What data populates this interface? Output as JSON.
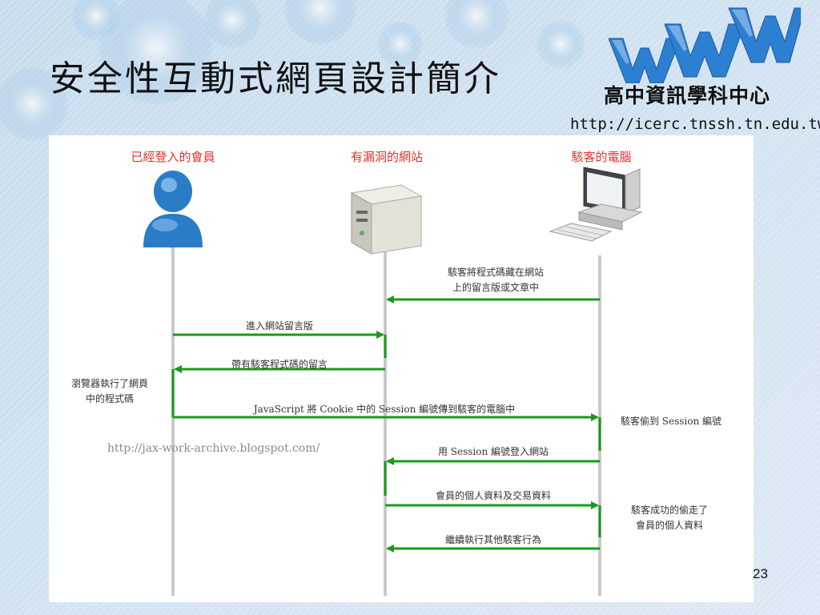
{
  "slide": {
    "title": "安全性互動式網頁設計簡介",
    "center_name": "高中資訊學科中心",
    "center_url": "http://icerc.tnssh.tn.edu.tw",
    "page_number": "23"
  },
  "diagram": {
    "actors": [
      {
        "id": "member",
        "title": "已經登入的會員",
        "icon": "user-icon"
      },
      {
        "id": "website",
        "title": "有漏洞的網站",
        "icon": "server-icon"
      },
      {
        "id": "hacker",
        "title": "駭客的電腦",
        "icon": "computer-icon"
      }
    ],
    "messages": [
      {
        "from": "hacker",
        "to": "website",
        "label": "駭客將程式碼藏在網站\n上的留言版或文章中"
      },
      {
        "from": "member",
        "to": "website",
        "label": "進入網站留言版"
      },
      {
        "from": "website",
        "to": "member",
        "label": "帶有駭客程式碼的留言"
      },
      {
        "from": "member",
        "to": "hacker",
        "label": "JavaScript 將 Cookie 中的 Session 編號傳到駭客的電腦中"
      },
      {
        "from": "hacker",
        "to": "website",
        "label": "用 Session 編號登入網站"
      },
      {
        "from": "website",
        "to": "hacker",
        "label": "會員的個人資料及交易資料"
      },
      {
        "from": "hacker",
        "to": "website",
        "label": "繼續執行其他駭客行為"
      }
    ],
    "notes": {
      "member_exec": "瀏覽器執行了網頁\n中的程式碼",
      "steal_session": "駭客偷到 Session 編號",
      "steal_data": "駭客成功的偷走了\n會員的個人資料"
    },
    "watermark": "http://jax-work-archive.blogspot.com/",
    "colors": {
      "arrow": "#1a9a1a",
      "actor_title": "#e0322c",
      "lifeline": "#c9c9c9"
    }
  }
}
